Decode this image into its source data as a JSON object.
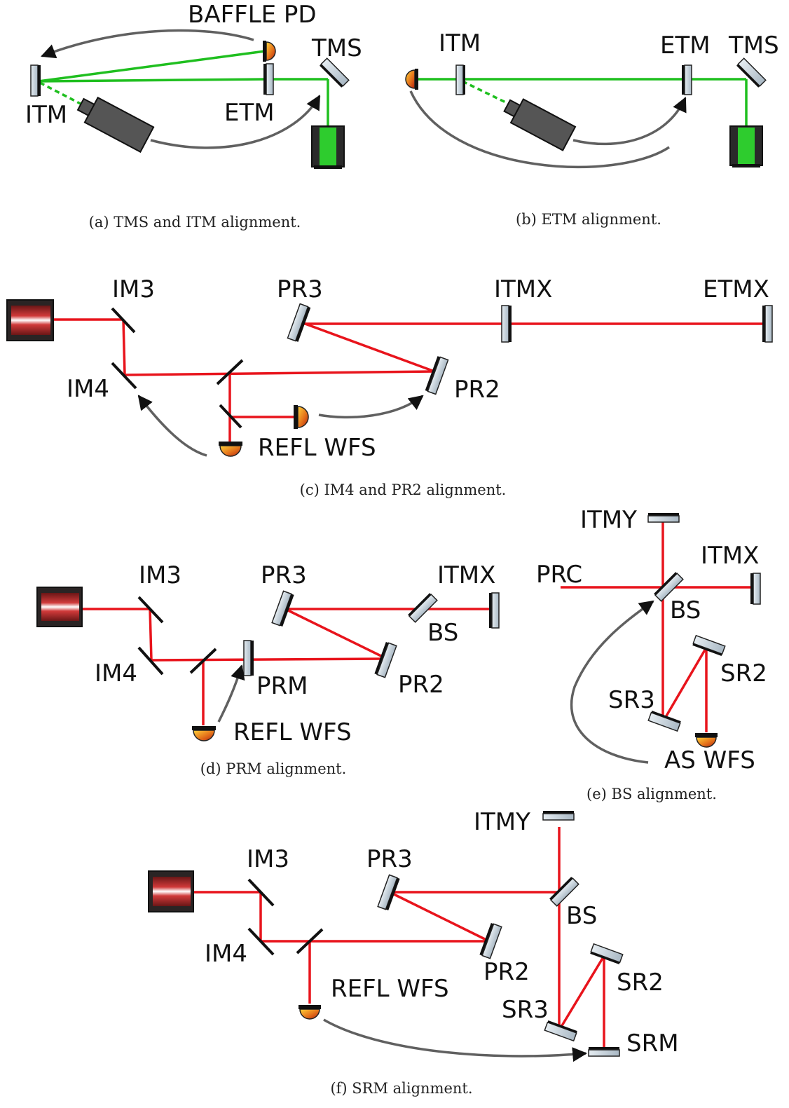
{
  "panel_a": {
    "labels": {
      "baffle_pd": "BAFFLE PD",
      "tms": "TMS",
      "itm": "ITM",
      "etm": "ETM"
    },
    "caption": "(a) TMS and ITM alignment."
  },
  "panel_b": {
    "labels": {
      "itm": "ITM",
      "etm": "ETM",
      "tms": "TMS"
    },
    "caption": "(b) ETM alignment."
  },
  "panel_c": {
    "labels": {
      "im3": "IM3",
      "im4": "IM4",
      "pr3": "PR3",
      "pr2": "PR2",
      "itmx": "ITMX",
      "etmx": "ETMX",
      "refl_wfs": "REFL WFS"
    },
    "caption": "(c) IM4 and PR2 alignment."
  },
  "panel_d": {
    "labels": {
      "im3": "IM3",
      "im4": "IM4",
      "pr3": "PR3",
      "pr2": "PR2",
      "itmx": "ITMX",
      "bs": "BS",
      "prm": "PRM",
      "refl_wfs": "REFL WFS"
    },
    "caption": "(d) PRM alignment."
  },
  "panel_e": {
    "labels": {
      "itmy": "ITMY",
      "itmx": "ITMX",
      "prc": "PRC",
      "bs": "BS",
      "sr2": "SR2",
      "sr3": "SR3",
      "as_wfs": "AS WFS"
    },
    "caption": "(e) BS alignment."
  },
  "panel_f": {
    "labels": {
      "itmy": "ITMY",
      "im3": "IM3",
      "pr3": "PR3",
      "bs": "BS",
      "im4": "IM4",
      "pr2": "PR2",
      "refl_wfs": "REFL WFS",
      "sr2": "SR2",
      "sr3": "SR3",
      "srm": "SRM"
    },
    "caption": "(f) SRM alignment."
  },
  "colors": {
    "green_beam": "#1fbf1f",
    "red_beam": "#e8141c",
    "arrow": "#606060",
    "mirror_fill": "#c7d3dc",
    "mirror_coating": "#111111",
    "camera_body": "#555555",
    "photodiode": "#e07a10"
  }
}
